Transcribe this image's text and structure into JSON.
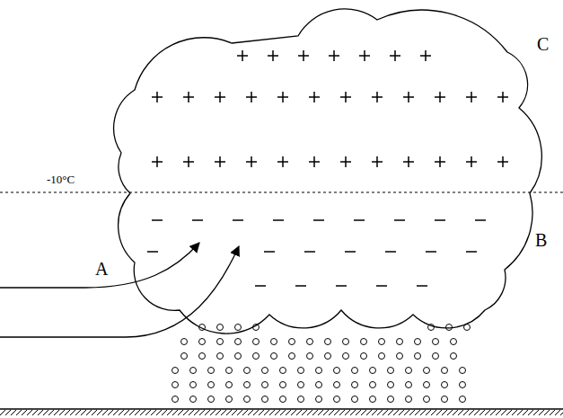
{
  "diagram": {
    "labels": [
      "C",
      "-10°C",
      "B",
      "A"
    ]
  }
}
